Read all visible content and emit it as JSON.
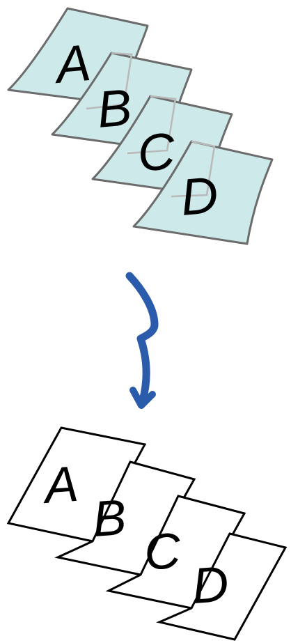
{
  "colors": {
    "wavy_sheet_fill": "#cde9ea",
    "wavy_sheet_stroke": "#6b6b6b",
    "flat_sheet_stroke": "#000000",
    "arrow": "#2b5bab"
  },
  "icons": {
    "arrow": "curved-down-arrow-icon"
  },
  "top_stack": {
    "letters": [
      "A",
      "B",
      "C",
      "D"
    ]
  },
  "bottom_stack": {
    "letters": [
      "A",
      "B",
      "C",
      "D"
    ]
  }
}
